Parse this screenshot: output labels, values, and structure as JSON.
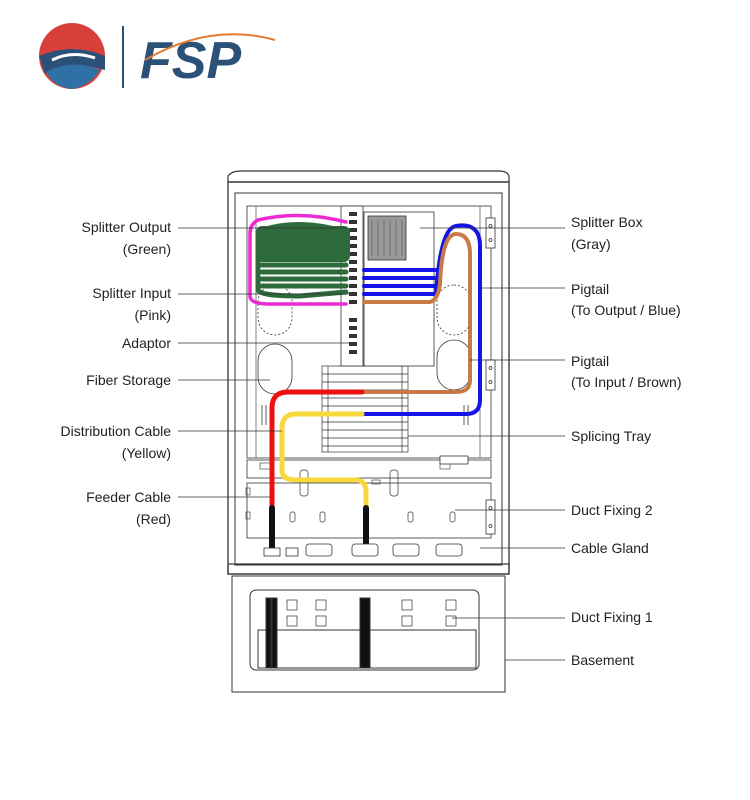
{
  "brand": {
    "logo_text": "FSP",
    "colors": {
      "red": "#d8413b",
      "navy": "#2b5179",
      "blue": "#2f71a5",
      "orange": "#e57a2e"
    }
  },
  "cable_colors": {
    "green": "#2e6b3c",
    "pink": "#ec2ad4",
    "blue": "#1414e6",
    "brown": "#c77a43",
    "red": "#ee1010",
    "yellow": "#f8d83c",
    "gray": "#999999"
  },
  "labels_left": [
    {
      "lines": [
        "Splitter Output",
        "(Green)"
      ]
    },
    {
      "lines": [
        "Splitter Input",
        "(Pink)"
      ]
    },
    {
      "lines": [
        "Adaptor"
      ]
    },
    {
      "lines": [
        "Fiber Storage"
      ]
    },
    {
      "lines": [
        "Distribution Cable",
        "(Yellow)"
      ]
    },
    {
      "lines": [
        "Feeder Cable",
        "(Red)"
      ]
    }
  ],
  "labels_right": [
    {
      "lines": [
        "Splitter Box",
        "(Gray)"
      ]
    },
    {
      "lines": [
        "Pigtail",
        "(To Output / Blue)"
      ]
    },
    {
      "lines": [
        "Pigtail",
        "(To Input / Brown)"
      ]
    },
    {
      "lines": [
        "Splicing Tray"
      ]
    },
    {
      "lines": [
        "Duct Fixing 2"
      ]
    },
    {
      "lines": [
        "Cable Gland"
      ]
    },
    {
      "lines": [
        "Duct Fixing 1"
      ]
    },
    {
      "lines": [
        "Basement"
      ]
    }
  ]
}
